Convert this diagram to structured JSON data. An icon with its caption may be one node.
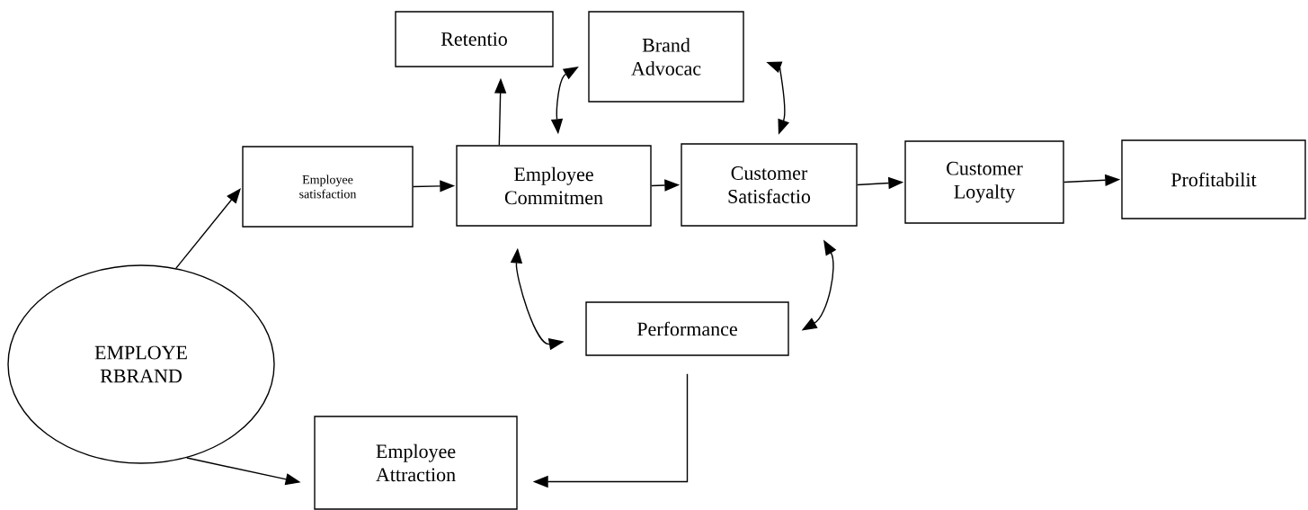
{
  "diagram": {
    "nodes": [
      {
        "text": [
          "Retentio"
        ]
      },
      {
        "text": [
          "Brand Advocac"
        ]
      },
      {
        "text": [
          "Employee satisfaction"
        ]
      },
      {
        "text": [
          "Employee Commitmen"
        ]
      },
      {
        "text": [
          "Customer Satisfactio"
        ]
      },
      {
        "text": [
          "Customer Loyalty"
        ]
      },
      {
        "text": [
          "Profitabilit"
        ]
      },
      {
        "text": [
          "EMPLOYE RBRAND"
        ]
      },
      {
        "text": [
          "Performance"
        ]
      },
      {
        "text": [
          "Employee Attraction"
        ]
      }
    ],
    "edges": [
      {
        "from": 7,
        "to": 2,
        "arrow": "to"
      },
      {
        "from": 2,
        "to": 3,
        "arrow": "to"
      },
      {
        "from": 3,
        "to": 0,
        "arrow": "to"
      },
      {
        "from": 3,
        "to": 4,
        "arrow": "to"
      },
      {
        "from": 4,
        "to": 5,
        "arrow": "to"
      },
      {
        "from": 5,
        "to": 6,
        "arrow": "to"
      },
      {
        "from": 3,
        "to": 1,
        "arrow": "both"
      },
      {
        "from": 1,
        "to": 4,
        "arrow": "both"
      },
      {
        "from": 3,
        "to": 8,
        "arrow": "both"
      },
      {
        "from": 4,
        "to": 8,
        "arrow": "both"
      },
      {
        "from": 8,
        "to": 9,
        "arrow": "to"
      },
      {
        "from": 7,
        "to": 9,
        "arrow": "to"
      }
    ]
  }
}
